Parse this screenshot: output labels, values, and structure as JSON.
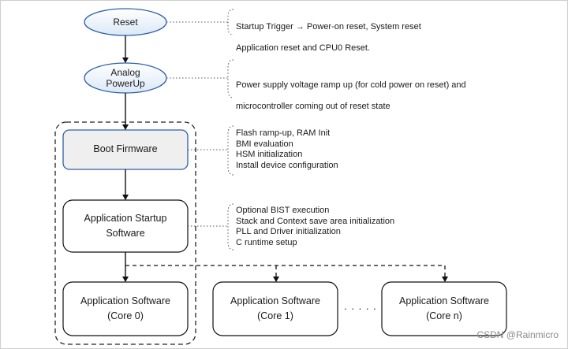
{
  "nodes": {
    "reset": "Reset",
    "analog_line1": "Analog",
    "analog_line2": "PowerUp",
    "boot_firmware": "Boot Firmware",
    "startup_line1": "Application Startup",
    "startup_line2": "Software",
    "app0_line1": "Application Software",
    "app0_line2": "(Core 0)",
    "app1_line1": "Application Software",
    "app1_line2": "(Core 1)",
    "appn_line1": "Application Software",
    "appn_line2": "(Core n)"
  },
  "notes": {
    "reset_line1": "Startup Trigger →    Power-on reset, System reset",
    "reset_line2": "Application reset and CPU0 Reset.",
    "analog_line1": "Power supply voltage ramp up (for cold power on reset) and",
    "analog_line2": "microcontroller coming out of reset state",
    "boot_lines": "Flash ramp-up, RAM Init\nBMI evaluation\nHSM initialization\nInstall device configuration",
    "startup_lines": "Optional BIST execution\nStack and Context save area initialization\nPLL and Driver initialization\nC runtime setup"
  },
  "ellipsis": ". . . . .",
  "watermark": "CSDN @Rainmicro",
  "colors": {
    "ellipse_border": "#2e5fa6",
    "ellipse_fill_top": "#ffffff",
    "ellipse_fill_bottom": "#dbe8f6",
    "boot_fill": "#efefef",
    "boot_border": "#2e5fa6"
  }
}
